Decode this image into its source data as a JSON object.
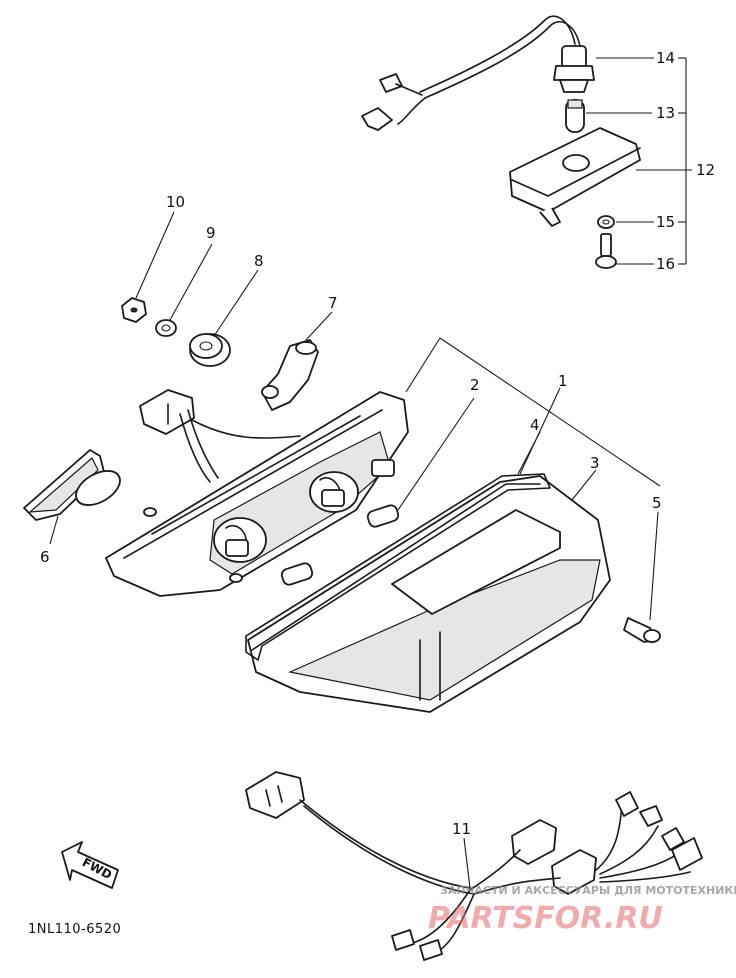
{
  "callouts": [
    {
      "id": "p1",
      "label": "1"
    },
    {
      "id": "p2",
      "label": "2"
    },
    {
      "id": "p3",
      "label": "3"
    },
    {
      "id": "p4",
      "label": "4"
    },
    {
      "id": "p5",
      "label": "5"
    },
    {
      "id": "p6",
      "label": "6"
    },
    {
      "id": "p7",
      "label": "7"
    },
    {
      "id": "p8",
      "label": "8"
    },
    {
      "id": "p9",
      "label": "9"
    },
    {
      "id": "p10",
      "label": "10"
    },
    {
      "id": "p11",
      "label": "11"
    },
    {
      "id": "p12",
      "label": "12"
    },
    {
      "id": "p13",
      "label": "13"
    },
    {
      "id": "p14",
      "label": "14"
    },
    {
      "id": "p15",
      "label": "15"
    },
    {
      "id": "p16",
      "label": "16"
    }
  ],
  "direction_marker": "FWD",
  "diagram_code": "1NL110-6520",
  "watermark": {
    "tagline": "ЗАПЧАСТИ И АКСЕССУАРЫ ДЛЯ МОТОТЕХНИКИ",
    "brand": "PARTSFOR.RU"
  }
}
